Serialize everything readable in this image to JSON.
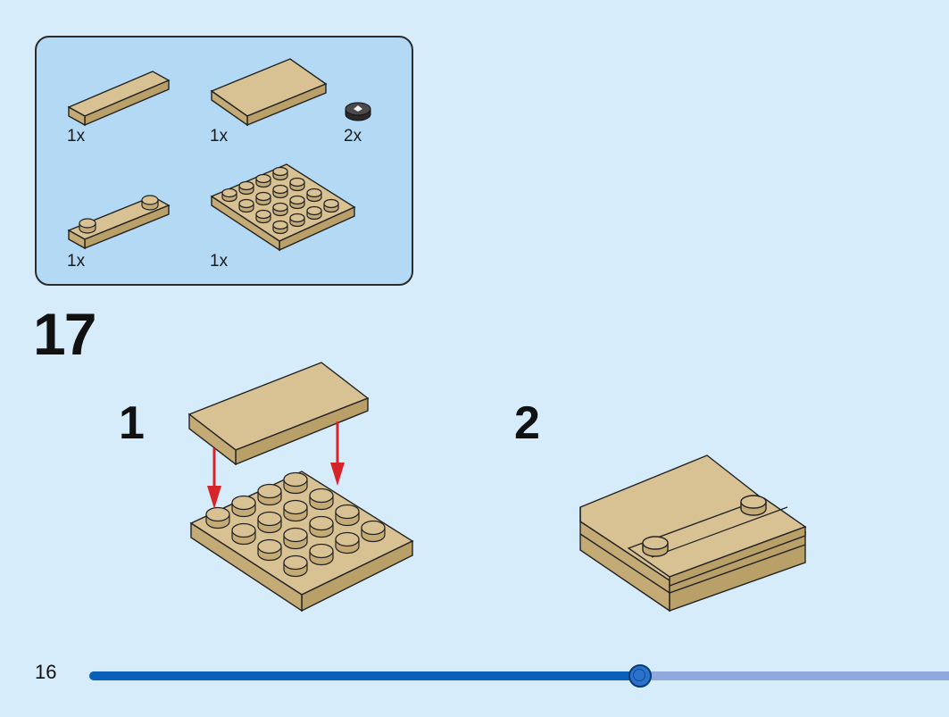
{
  "parts_list": {
    "items": [
      {
        "quantity": "1x",
        "part": "tan tile 1x4"
      },
      {
        "quantity": "1x",
        "part": "tan tile 2x4"
      },
      {
        "quantity": "2x",
        "part": "black round tile 1x1"
      },
      {
        "quantity": "1x",
        "part": "tan plate 1x4 with 2 studs"
      },
      {
        "quantity": "1x",
        "part": "tan plate 4x4"
      }
    ]
  },
  "step": {
    "number": "17",
    "substeps": [
      {
        "number": "1"
      },
      {
        "number": "2"
      }
    ]
  },
  "footer": {
    "page_number": "16",
    "progress_fraction": 0.64
  },
  "colors": {
    "background": "#d6ecfa",
    "parts_box": "#b3d9f5",
    "tan": "#d8c193",
    "arrow": "#d8232a",
    "progress_fill": "#0a5fb8",
    "progress_track": "#8fa9dd"
  },
  "icons": [
    "tile-1x4-icon",
    "tile-2x4-icon",
    "round-tile-icon",
    "plate-1x4-icon",
    "plate-4x4-icon",
    "arrow-down-icon"
  ]
}
